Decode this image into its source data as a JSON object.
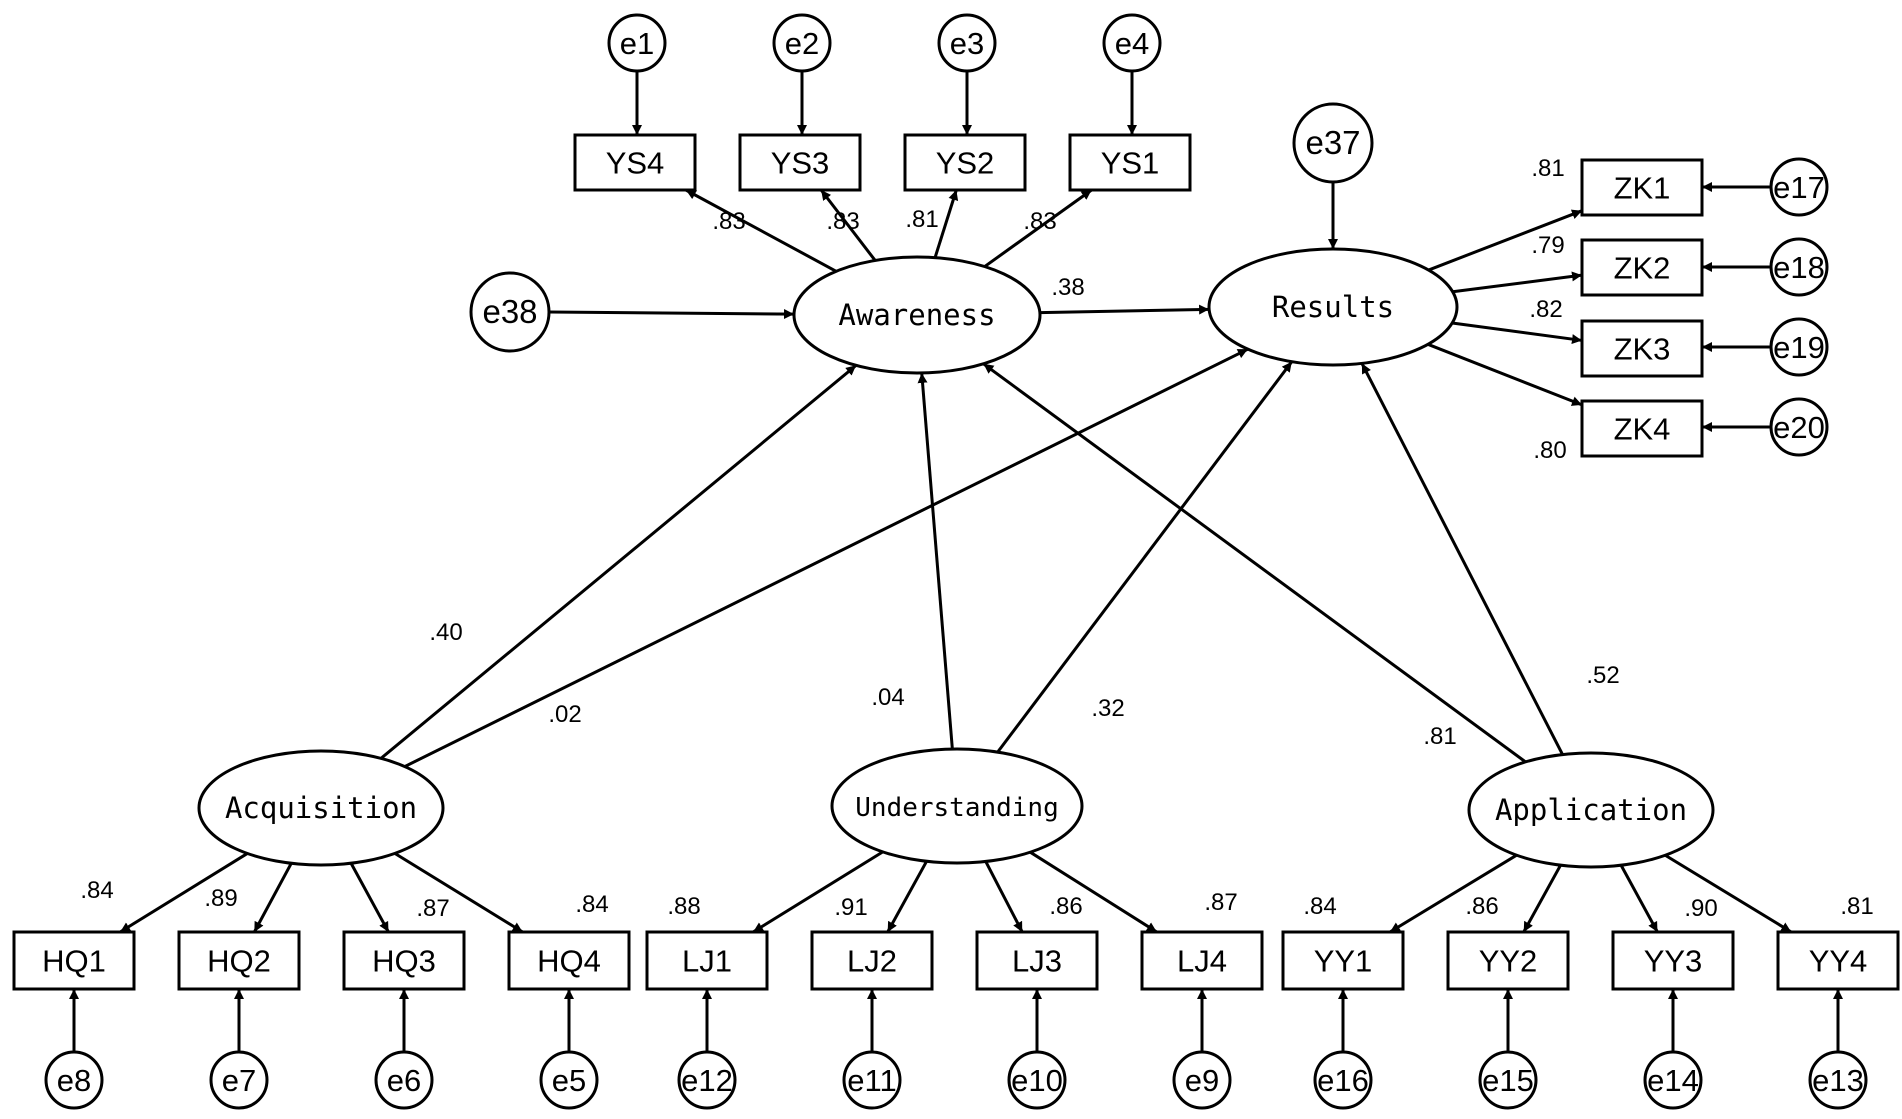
{
  "latents": {
    "awareness": "Awareness",
    "results": "Results",
    "acquisition": "Acquisition",
    "understanding": "Understanding",
    "application": "Application"
  },
  "indicators": {
    "YS4": "YS4",
    "YS3": "YS3",
    "YS2": "YS2",
    "YS1": "YS1",
    "ZK1": "ZK1",
    "ZK2": "ZK2",
    "ZK3": "ZK3",
    "ZK4": "ZK4",
    "HQ1": "HQ1",
    "HQ2": "HQ2",
    "HQ3": "HQ3",
    "HQ4": "HQ4",
    "LJ1": "LJ1",
    "LJ2": "LJ2",
    "LJ3": "LJ3",
    "LJ4": "LJ4",
    "YY1": "YY1",
    "YY2": "YY2",
    "YY3": "YY3",
    "YY4": "YY4"
  },
  "errors": {
    "e1": "e1",
    "e2": "e2",
    "e3": "e3",
    "e4": "e4",
    "e5": "e5",
    "e6": "e6",
    "e7": "e7",
    "e8": "e8",
    "e9": "e9",
    "e10": "e10",
    "e11": "e11",
    "e12": "e12",
    "e13": "e13",
    "e14": "e14",
    "e15": "e15",
    "e16": "e16",
    "e17": "e17",
    "e18": "e18",
    "e19": "e19",
    "e20": "e20",
    "e37": "e37",
    "e38": "e38"
  },
  "paths": {
    "awareness_results": ".38",
    "acquisition_awareness": ".40",
    "acquisition_results": ".02",
    "understanding_awareness": ".04",
    "understanding_results": ".32",
    "application_awareness": ".81",
    "application_results": ".52"
  },
  "loadings": {
    "YS4": ".83",
    "YS3": ".83",
    "YS2": ".81",
    "YS1": ".83",
    "ZK1": ".81",
    "ZK2": ".79",
    "ZK3": ".82",
    "ZK4": ".80",
    "HQ1": ".84",
    "HQ2": ".89",
    "HQ3": ".87",
    "HQ4": ".84",
    "LJ1": ".88",
    "LJ2": ".91",
    "LJ3": ".86",
    "LJ4": ".87",
    "YY1": ".84",
    "YY2": ".86",
    "YY3": ".90",
    "YY4": ".81"
  }
}
